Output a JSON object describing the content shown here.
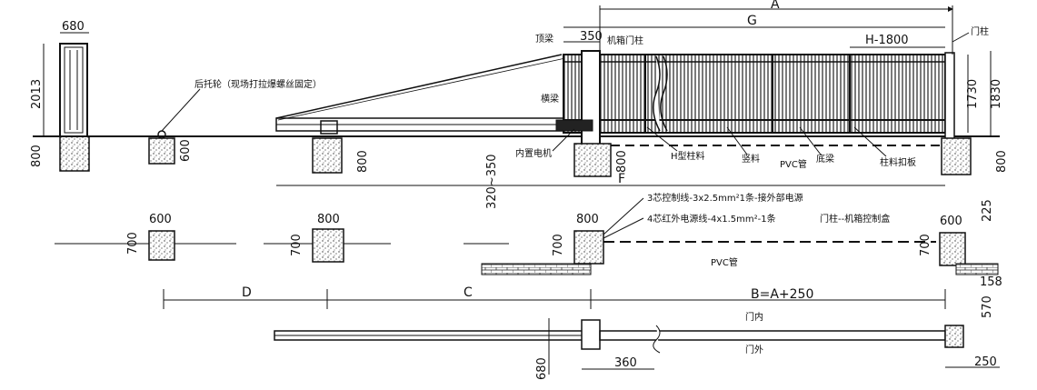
{
  "dims": {
    "post_w": "680",
    "post_h": "2013",
    "found_h_left": "800",
    "found_600": "600",
    "found_800": "800",
    "dim_A": "A",
    "dim_G": "G",
    "dim_350": "350",
    "dim_H": "H-1800",
    "dim_1730": "1730",
    "dim_1830": "1830",
    "dim_800_a": "800",
    "dim_800_b": "800",
    "dim_F": "F",
    "dim_320_350": "320~350",
    "plan_600": "600",
    "plan_700_a": "700",
    "plan_800": "800",
    "plan_700_b": "700",
    "plan_800_c": "800",
    "plan_700_c": "700",
    "plan_600_r": "600",
    "plan_700_r": "700",
    "dim_225": "225",
    "dim_158": "158",
    "dim_D": "D",
    "dim_C": "C",
    "dim_B": "B=A+250",
    "dim_570": "570",
    "dim_680_b": "680",
    "dim_360": "360",
    "dim_250": "250"
  },
  "labels": {
    "rear_wheel": "后托轮（现场打拉爆螺丝固定）",
    "top_beam": "顶梁",
    "machine_post": "机箱门柱",
    "gate_post": "门柱",
    "cross_beam": "横梁",
    "motor": "内置电机",
    "h_post": "H型柱料",
    "vertical": "竖料",
    "pvc": "PVC管",
    "bottom_beam": "底梁",
    "post_plate": "柱料扣板",
    "cable1": "3芯控制线-3x2.5mm²1条-接外部电源",
    "cable2": "4芯红外电源线-4x1.5mm²-1条",
    "post_box": "门柱--机箱控制盒",
    "pvc2": "PVC管",
    "inside": "门内",
    "outside": "门外"
  }
}
